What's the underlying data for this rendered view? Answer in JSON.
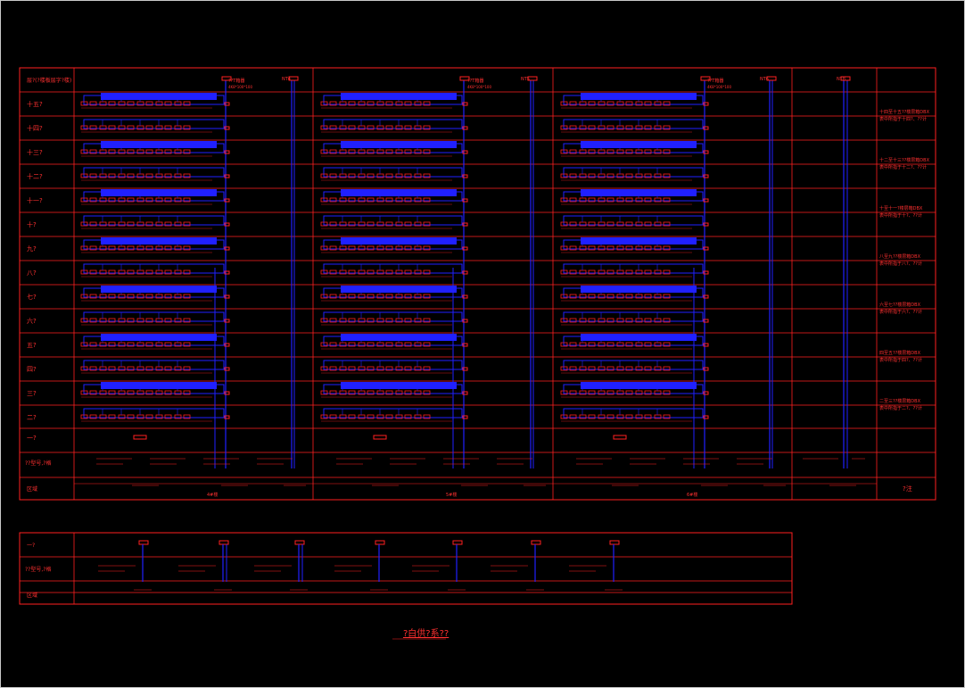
{
  "main_table": {
    "header_label": "层?(?楼板层字?楼)",
    "floor_labels": [
      "十五?",
      "十四?",
      "十三?",
      "十二?",
      "十一?",
      "十?",
      "九?",
      "八?",
      "七?",
      "六?",
      "五?",
      "四?",
      "三?",
      "二?"
    ],
    "basement_label": "一?",
    "cable_row_label": "??型号,?格",
    "area_row_label": "区域",
    "building_labels": [
      "4#楼",
      "5#楼",
      "6#楼"
    ],
    "building_top_labels": [
      "??T箱器",
      "??T箱器",
      "??T箱器"
    ],
    "building_top_sublabels": [
      "4K8*100*100",
      "4K8*100*100",
      "4K8*100*100"
    ],
    "riser_tags": [
      "NT4",
      "NT5",
      "NT6",
      "NT8"
    ],
    "remark_footer": "?注",
    "notes": [
      "十四至十五??楼层箱DBX\n表中所指于十四?、??计",
      "十二至十三??楼层箱DBX\n表中所指于十二?、??计",
      "十至十一?楼层箱DBX\n表中所指于十?、??计",
      "八至九??楼层箱DBX\n表中所指于八?、??计",
      "六至七??楼层箱DBX\n表中所指于六?、??计",
      "四至五??楼层箱DBX\n表中所指于四?、??计",
      "二至三??楼层箱DBX\n表中所指于二?、??计"
    ]
  },
  "lower_table": {
    "rows": [
      "一?",
      "??型号,?格",
      "区域"
    ]
  },
  "caption": "?白供?系??",
  "colors": {
    "frame": "#ff2020",
    "wiring": "#2020ff",
    "text": "#ff3030",
    "background": "#000000"
  }
}
